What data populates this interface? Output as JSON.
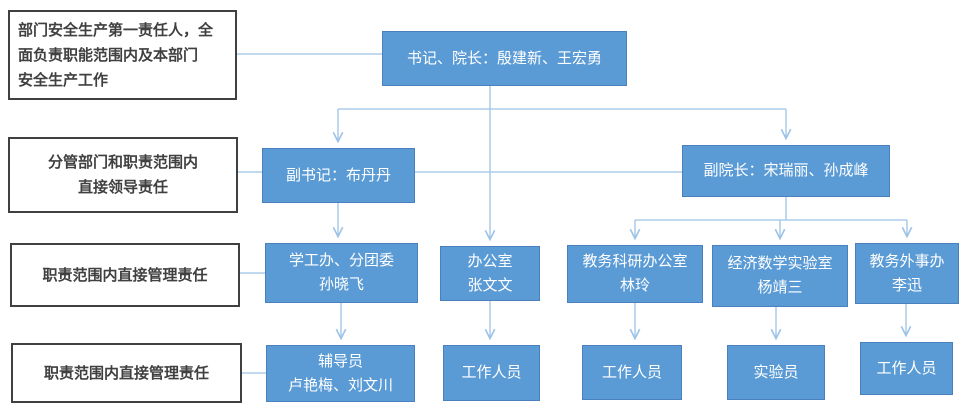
{
  "diagram": {
    "type": "org-chart",
    "topic": "部门安全生产责任体系",
    "colors": {
      "node_fill": "#5B9BD5",
      "node_border": "#4A80BD",
      "node_text": "#FFFFFF",
      "label_border": "#404040",
      "label_text": "#404040",
      "connector": "#9DC3E6"
    },
    "side_labels": [
      {
        "lines": [
          "部门安全生产第一责任人，全",
          "面负责职能范围内及本部门",
          "安全生产工作"
        ]
      },
      {
        "lines": [
          "分管部门和职责范围内",
          "直接领导责任"
        ]
      },
      {
        "lines": [
          "职责范围内直接管理责任"
        ]
      },
      {
        "lines": [
          "职责范围内直接管理责任"
        ]
      }
    ],
    "nodes": {
      "root": {
        "lines": [
          "书记、院长：殷建新、王宏勇"
        ]
      },
      "deputy_secretary": {
        "lines": [
          "副书记：布丹丹"
        ]
      },
      "vice_dean": {
        "lines": [
          "副院长：宋瑞丽、孙成峰"
        ]
      },
      "student_office": {
        "lines": [
          "学工办、分团委",
          "孙晓飞"
        ]
      },
      "general_office": {
        "lines": [
          "办公室",
          "张文文"
        ]
      },
      "academic_research_office": {
        "lines": [
          "教务科研办公室",
          "林玲"
        ]
      },
      "economics_math_lab": {
        "lines": [
          "经济数学实验室",
          "杨靖三"
        ]
      },
      "academic_foreign_office": {
        "lines": [
          "教务外事办",
          "李迅"
        ]
      },
      "counselors": {
        "lines": [
          "辅导员",
          "卢艳梅、刘文川"
        ]
      },
      "staff_1": {
        "lines": [
          "工作人员"
        ]
      },
      "staff_2": {
        "lines": [
          "工作人员"
        ]
      },
      "lab_technician": {
        "lines": [
          "实验员"
        ]
      },
      "staff_3": {
        "lines": [
          "工作人员"
        ]
      }
    }
  }
}
